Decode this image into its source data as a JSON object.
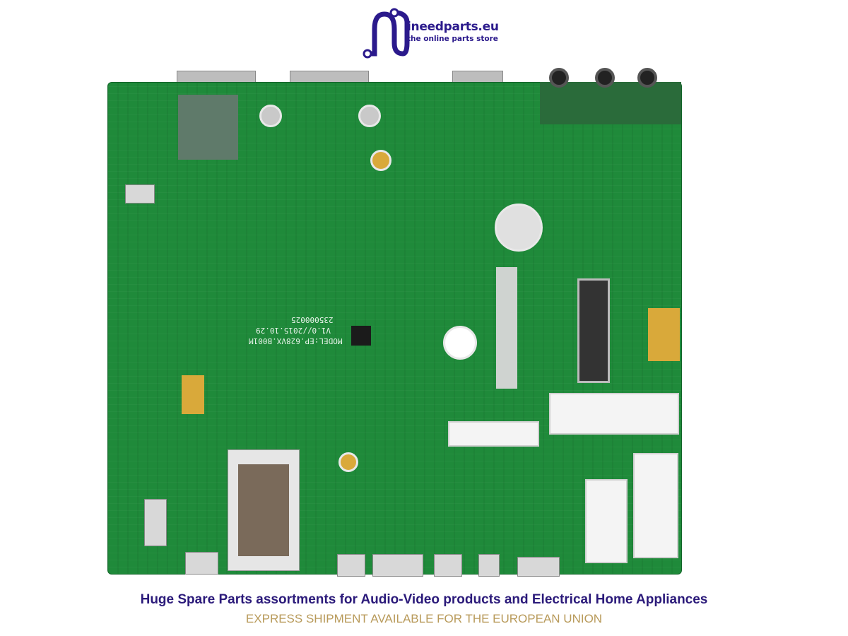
{
  "brand": {
    "name": "ineedparts.eu",
    "tagline": "the online parts store",
    "color": "#2b1a8c"
  },
  "board_markings": {
    "model": "MODEL:EP.628VX.B001M",
    "version": "V1.0//2015.10.29",
    "serial": "235000025"
  },
  "footer": {
    "headline": "Huge Spare Parts assortments for Audio-Video products and Electrical Home Appliances",
    "subline": "EXPRESS SHIPMENT AVAILABLE FOR THE EUROPEAN UNION",
    "headline_color": "#2b1a7a",
    "subline_color": "#b89a5a"
  },
  "board_color": "#1f8a3a"
}
